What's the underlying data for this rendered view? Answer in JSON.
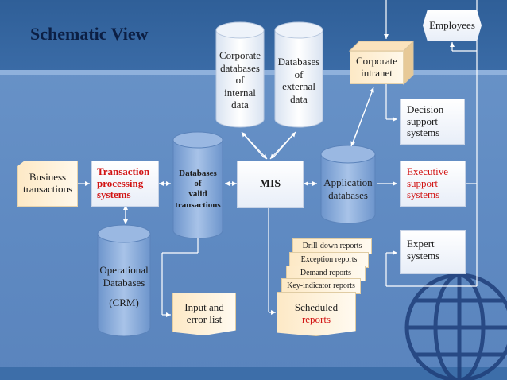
{
  "title": "Schematic View",
  "nodes": {
    "employees": "Employees",
    "corporate_intranet": [
      "Corporate",
      "intranet"
    ],
    "corp_internal_db": [
      "Corporate",
      "databases",
      "of",
      "internal",
      "data"
    ],
    "external_db": [
      "Databases",
      "of",
      "external",
      "data"
    ],
    "decision_support": [
      "Decision",
      "support",
      "systems"
    ],
    "business_transactions": [
      "Business",
      "transactions"
    ],
    "tps": [
      "Transaction",
      "processing",
      "systems"
    ],
    "valid_db": [
      "Databases",
      "of",
      "valid",
      "transactions"
    ],
    "mis": "MIS",
    "application_db": [
      "Application",
      "databases"
    ],
    "executive_support": [
      "Executive",
      "support",
      "systems"
    ],
    "operational_db": [
      "Operational",
      "Databases",
      "",
      "(CRM)"
    ],
    "input_error": [
      "Input and",
      "error list"
    ],
    "reports_stack": [
      "Drill-down reports",
      "Exception reports",
      "Demand reports",
      "Key-indicator reports"
    ],
    "scheduled_reports": [
      "Scheduled",
      "reports"
    ],
    "expert_systems": [
      "Expert",
      "systems"
    ]
  },
  "colors": {
    "accent_red": "#d21414",
    "connector": "#ffffff",
    "box_fill": "#ffffff",
    "tag_fill": "#fde9c6",
    "cylinder_fill": "#7fa6d8"
  }
}
